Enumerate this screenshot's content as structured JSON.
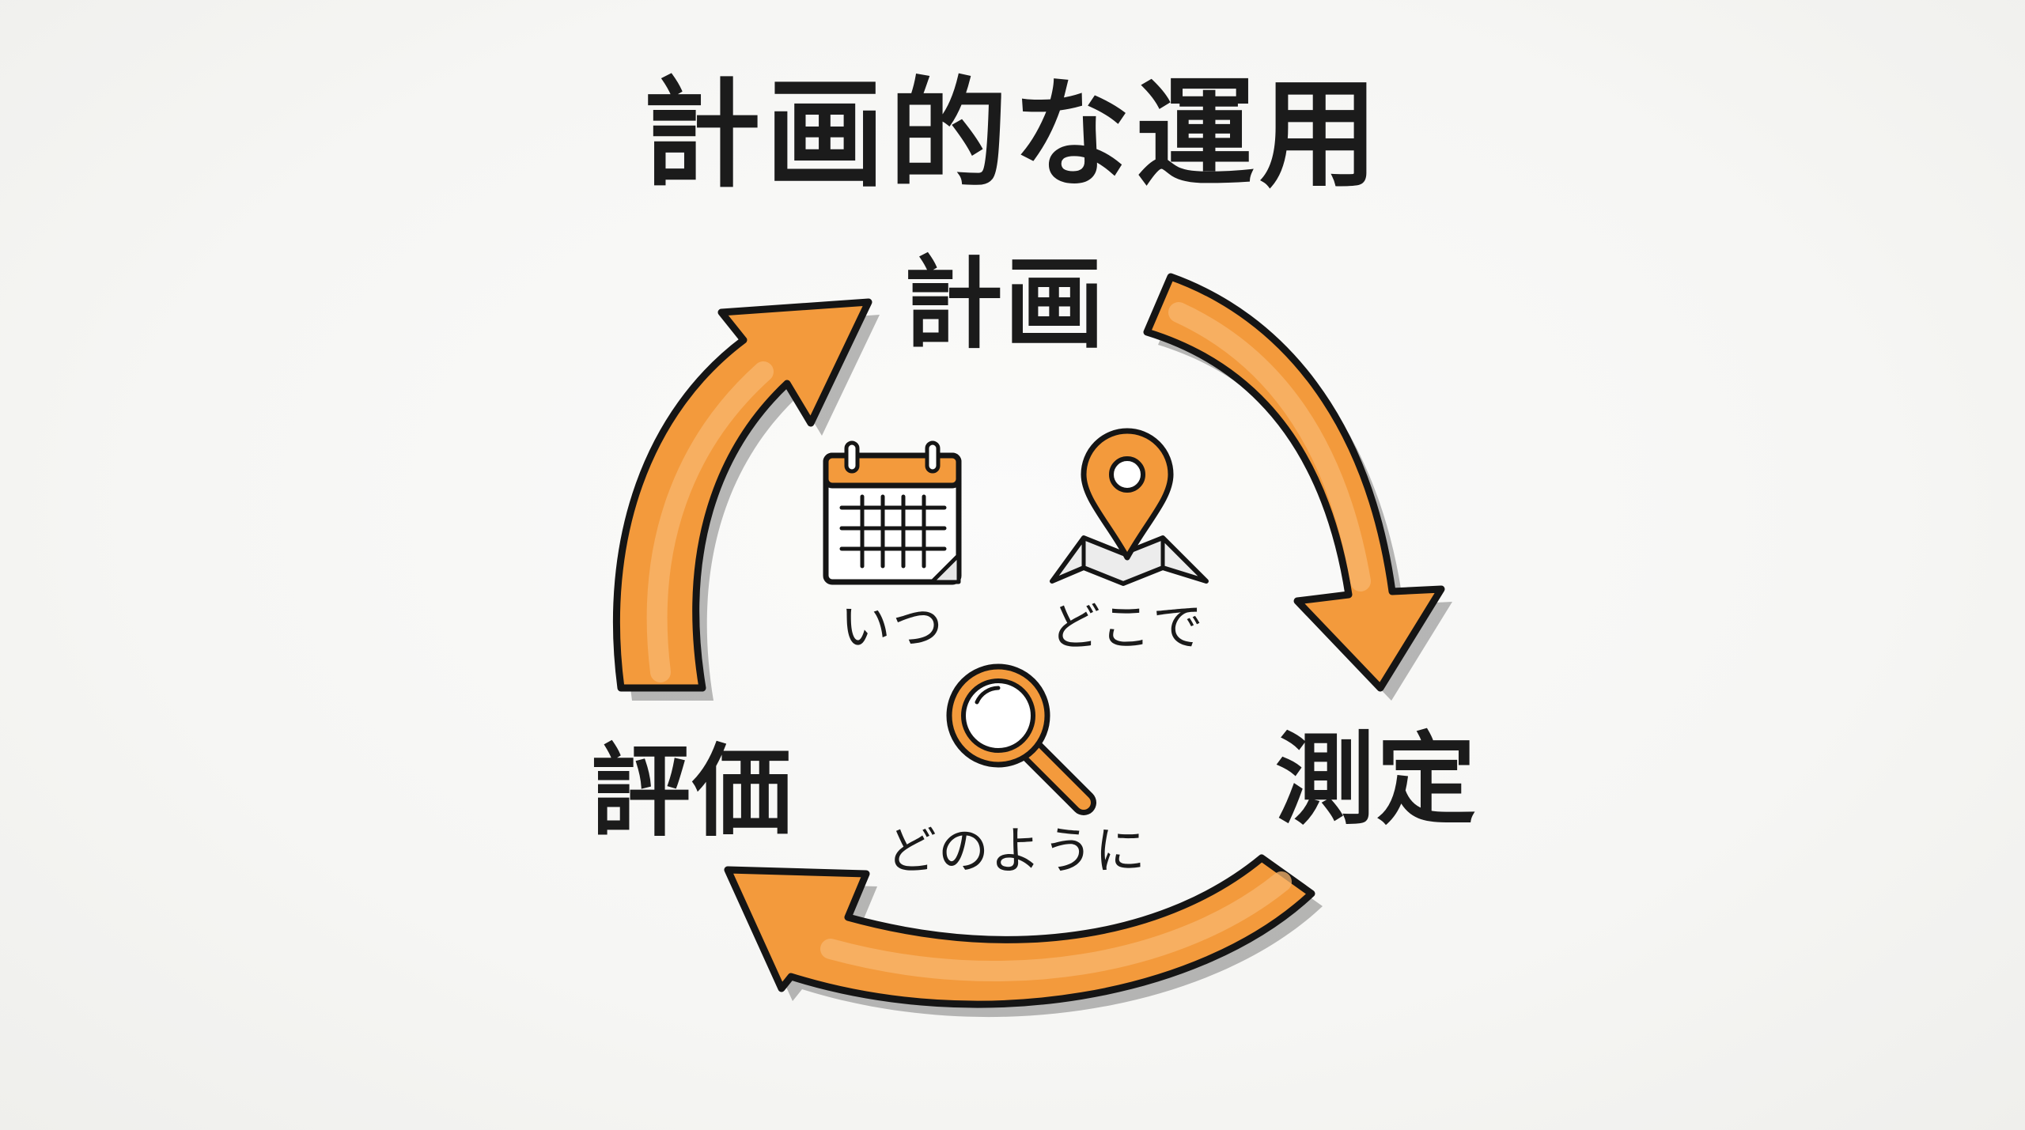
{
  "title": "計画的な運用",
  "stages": {
    "plan": "計画",
    "measure": "測定",
    "evaluate": "評価"
  },
  "icons": {
    "when": {
      "label": "いつ",
      "icon": "calendar-icon"
    },
    "where": {
      "label": "どこで",
      "icon": "map-pin-icon"
    },
    "how": {
      "label": "どのように",
      "icon": "magnifier-icon"
    }
  },
  "colors": {
    "accent": "#f39a3c",
    "accent_light": "#f8b66e",
    "ink": "#151515",
    "background": "#f7f7f5"
  }
}
